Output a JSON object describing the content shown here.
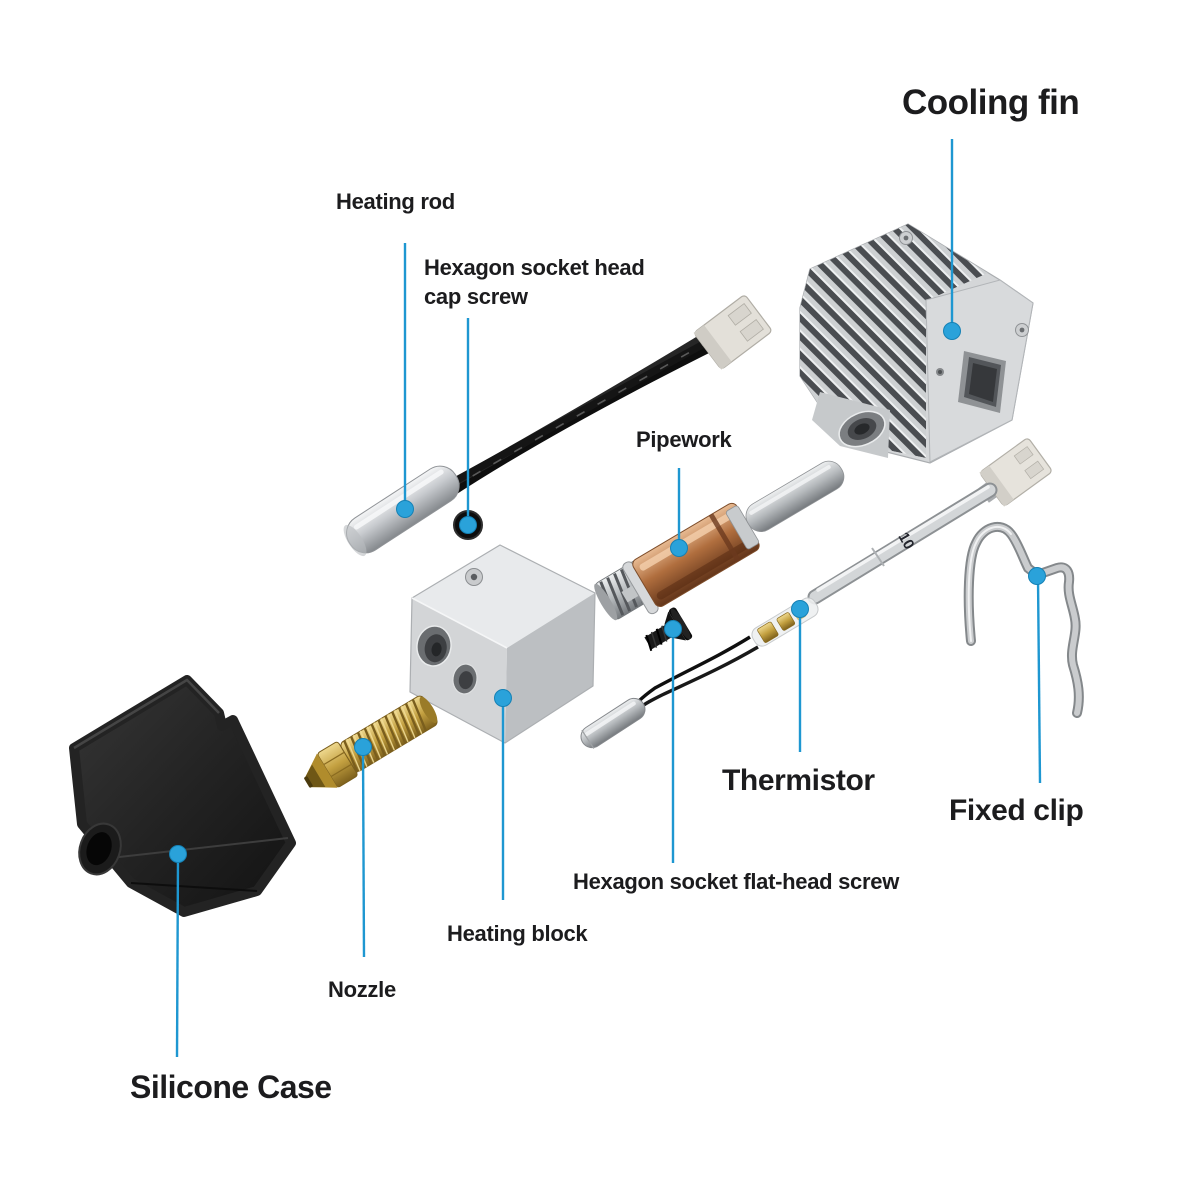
{
  "style": {
    "background": "#ffffff",
    "label_color": "#1c1c1e",
    "leader_line_color": "#1e97d1",
    "leader_dot_color": "#2aa2da"
  },
  "labels": {
    "cooling_fin": {
      "text": "Cooling fin"
    },
    "heating_rod": {
      "text": "Heating rod"
    },
    "hex_cap_screw": {
      "text": "Hexagon socket head cap screw"
    },
    "pipework": {
      "text": "Pipework"
    },
    "thermistor": {
      "text": "Thermistor"
    },
    "fixed_clip": {
      "text": "Fixed clip"
    },
    "hex_flat_screw": {
      "text": "Hexagon socket flat-head screw"
    },
    "heating_block": {
      "text": "Heating block"
    },
    "nozzle": {
      "text": "Nozzle"
    },
    "silicone_case": {
      "text": "Silicone Case"
    }
  },
  "markings": {
    "thermistor_sleeve": "10"
  }
}
